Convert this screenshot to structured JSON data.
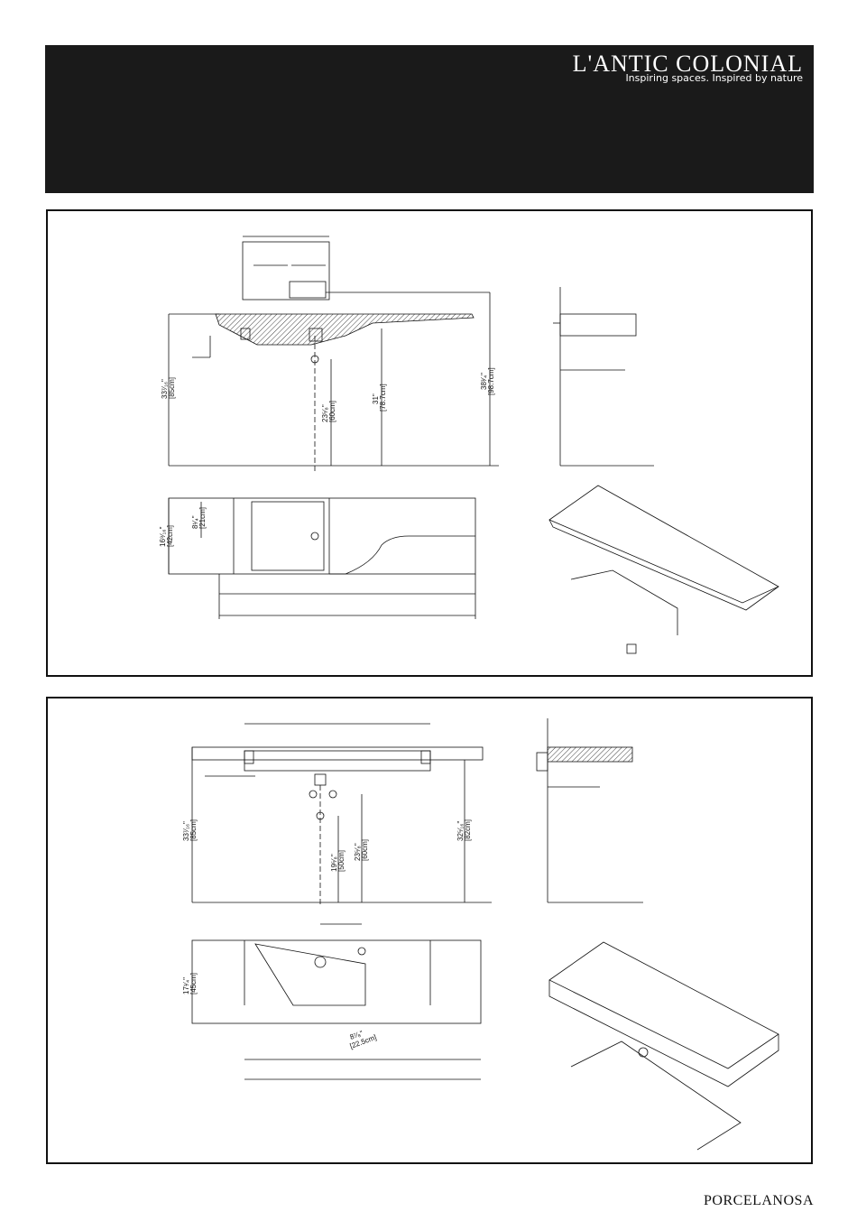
{
  "header": {
    "brand": "L'ANTIC COLONIAL",
    "tagline": "Inspiring spaces. Inspired by nature"
  },
  "footer": {
    "brand": "PORCELANOSA"
  },
  "panel1": {
    "dims": {
      "height_total": "33⁷⁄₁₆\"",
      "height_total_cm": "[85cm]",
      "drain_height": "23⁵⁄₈\"",
      "drain_height_cm": "[60cm]",
      "counter_height": "31\"",
      "counter_height_cm": "[78.7cm]",
      "faucet_height": "38³⁄₄\"",
      "faucet_height_cm": "[98.7cm]",
      "depth": "16⁹⁄₁₆\"",
      "depth_cm": "[42cm]",
      "bowl_offset": "8¹⁄₄\"",
      "bowl_offset_cm": "[21cm]"
    }
  },
  "panel2": {
    "dims": {
      "height_total": "33⁷⁄₁₆\"",
      "height_total_cm": "[85cm]",
      "drain_low": "19⁵⁄₈\"",
      "drain_low_cm": "[50cm]",
      "drain_height": "23⁵⁄₈\"",
      "drain_height_cm": "[60cm]",
      "counter_height": "32⁵⁄₁₆\"",
      "counter_height_cm": "[82cm]",
      "depth": "17¹⁄₄\"",
      "depth_cm": "[45cm]",
      "tap_spacing": "8⁷⁄₈\"",
      "tap_spacing_cm": "[22.5cm]"
    }
  }
}
